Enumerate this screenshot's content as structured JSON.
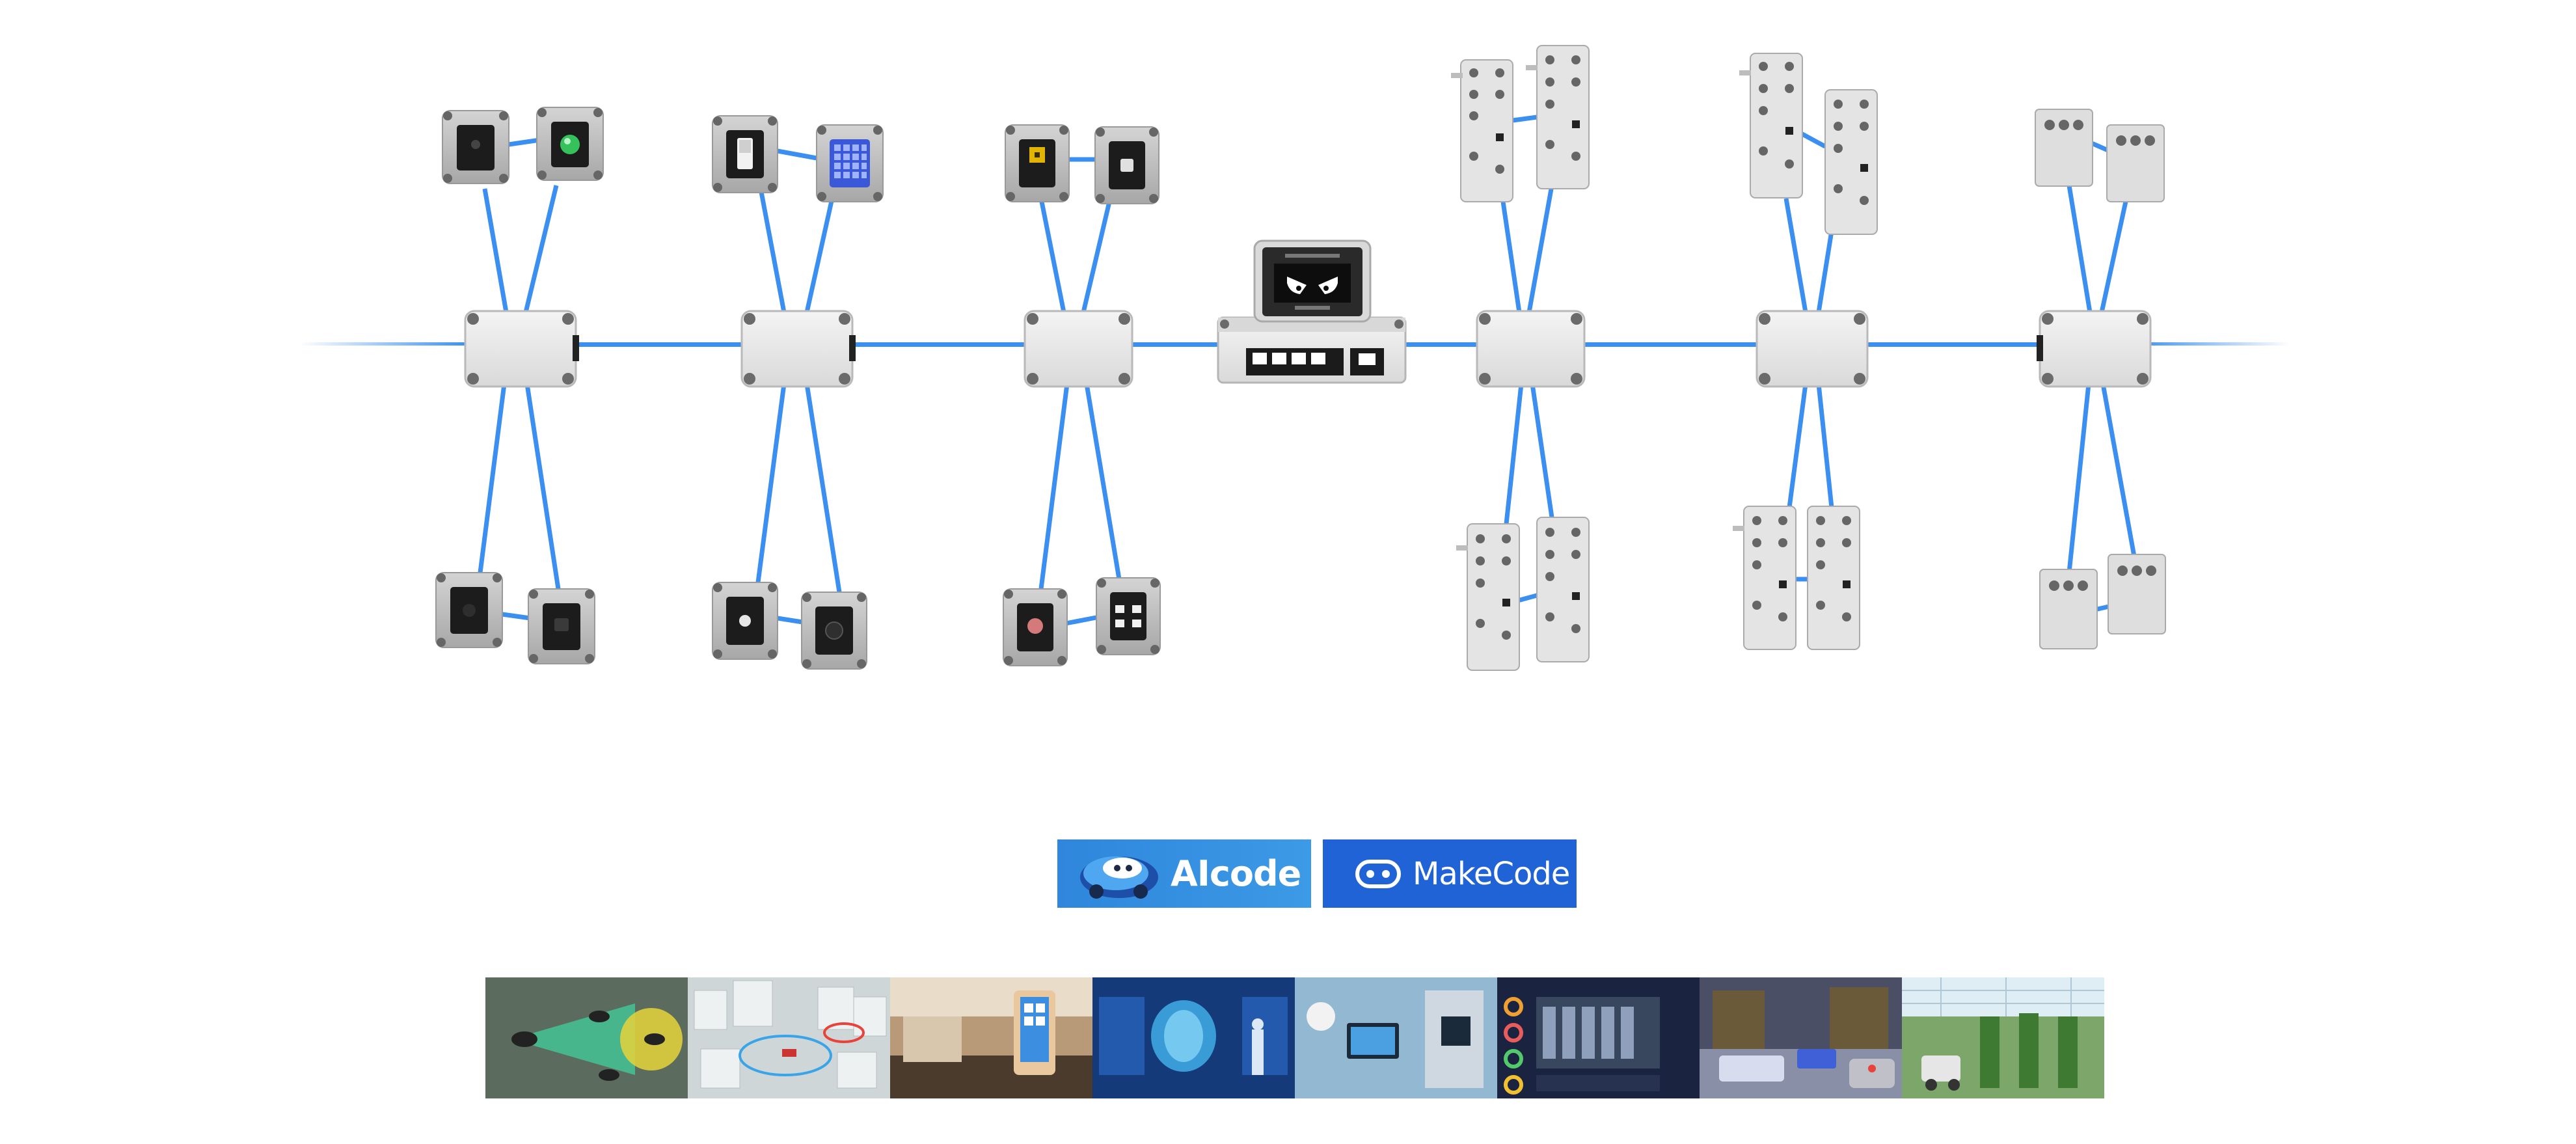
{
  "logos": {
    "aicode": {
      "label": "AIcode",
      "icon": "robot-car-icon"
    },
    "makecode": {
      "label": "MakeCode",
      "icon": "microbit-face-icon"
    }
  },
  "colors": {
    "wire": "#3b8ff0",
    "module_body": "#e7e7e7",
    "module_edge": "#b9b9b9",
    "screw": "#6b6b6b",
    "aicode_bg": "#2f86dc",
    "makecode_bg": "#1f63d6"
  },
  "hubs": [
    {
      "id": "hub-1",
      "sensor_icons": [
        "knob-icon",
        "green-led-icon",
        "dial-icon",
        "sensor-eye-icon"
      ]
    },
    {
      "id": "hub-2",
      "sensor_icons": [
        "switch-icon",
        "keypad-icon",
        "button-icon",
        "round-button-icon"
      ]
    },
    {
      "id": "hub-3",
      "sensor_icons": [
        "light-sensor-icon",
        "small-button-icon",
        "red-button-icon",
        "matrix-icon"
      ]
    },
    {
      "id": "controller",
      "screen_icon": "angry-eyes-icon"
    },
    {
      "id": "hub-5",
      "sensor_icons": [
        "actuator-icon",
        "actuator-icon",
        "actuator-icon",
        "actuator-icon"
      ]
    },
    {
      "id": "hub-6",
      "sensor_icons": [
        "actuator-icon",
        "actuator-icon",
        "actuator-icon",
        "actuator-icon"
      ]
    },
    {
      "id": "hub-7",
      "sensor_icons": [
        "triple-port-icon",
        "triple-port-icon",
        "triple-port-icon",
        "triple-port-icon"
      ]
    }
  ],
  "scenes": [
    {
      "icon": "autonomous-car-scene-icon",
      "bg": "#5b6b5e"
    },
    {
      "icon": "smart-city-scene-icon",
      "bg": "#cfd6d8"
    },
    {
      "icon": "smart-home-scene-icon",
      "bg": "#b89a78"
    },
    {
      "icon": "holographic-lab-scene-icon",
      "bg": "#143a7a"
    },
    {
      "icon": "medical-tech-scene-icon",
      "bg": "#6e9fc2"
    },
    {
      "icon": "data-center-scene-icon",
      "bg": "#1a2340"
    },
    {
      "icon": "warehouse-robot-scene-icon",
      "bg": "#4a4f66"
    },
    {
      "icon": "greenhouse-robot-scene-icon",
      "bg": "#7da66a"
    }
  ]
}
